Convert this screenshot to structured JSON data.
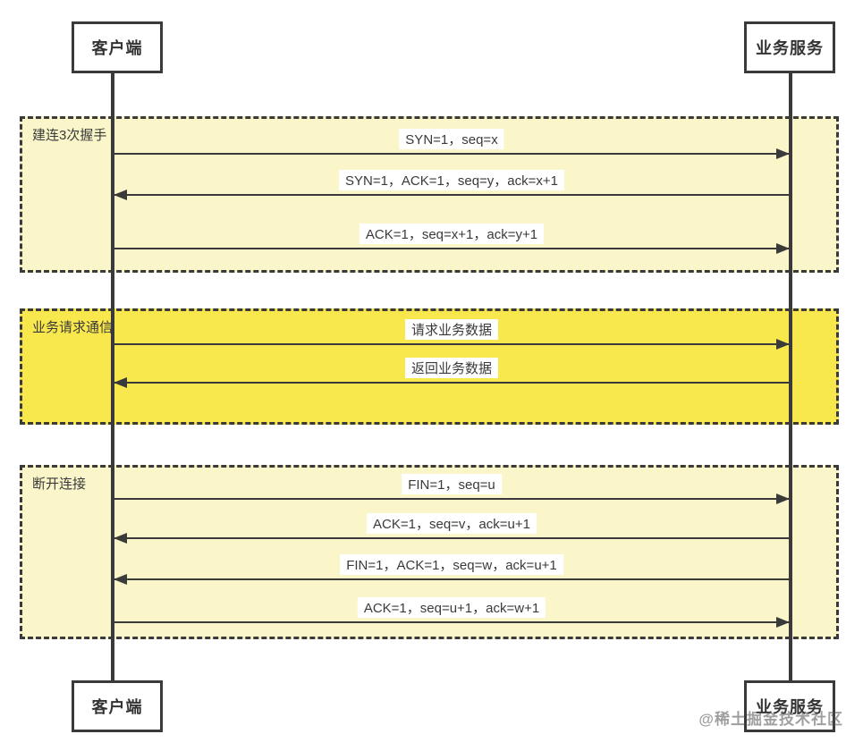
{
  "diagram": {
    "actors": {
      "client": "客户端",
      "server": "业务服务"
    },
    "sections": [
      {
        "title": "建连3次握手",
        "arrows": [
          {
            "label": "SYN=1，seq=x",
            "direction": "right"
          },
          {
            "label": "SYN=1，ACK=1，seq=y，ack=x+1",
            "direction": "left"
          },
          {
            "label": "ACK=1，seq=x+1，ack=y+1",
            "direction": "right"
          }
        ]
      },
      {
        "title": "业务请求通信",
        "arrows": [
          {
            "label": "请求业务数据",
            "direction": "right"
          },
          {
            "label": "返回业务数据",
            "direction": "left"
          }
        ]
      },
      {
        "title": "断开连接",
        "arrows": [
          {
            "label": "FIN=1，seq=u",
            "direction": "right"
          },
          {
            "label": "ACK=1，seq=v，ack=u+1",
            "direction": "left"
          },
          {
            "label": "FIN=1，ACK=1，seq=w，ack=u+1",
            "direction": "left"
          },
          {
            "label": "ACK=1，seq=u+1，ack=w+1",
            "direction": "right"
          }
        ]
      }
    ],
    "watermark": "@稀土掘金技术社区",
    "colors": {
      "section_light_bg": "#FAF6CA",
      "section_bright_bg": "#F9E84D",
      "line_color": "#3A3A3A",
      "actor_bg": "#FFFFFF",
      "label_bg": "#FFFFFF",
      "watermark_color": "#8C8C8C"
    }
  }
}
